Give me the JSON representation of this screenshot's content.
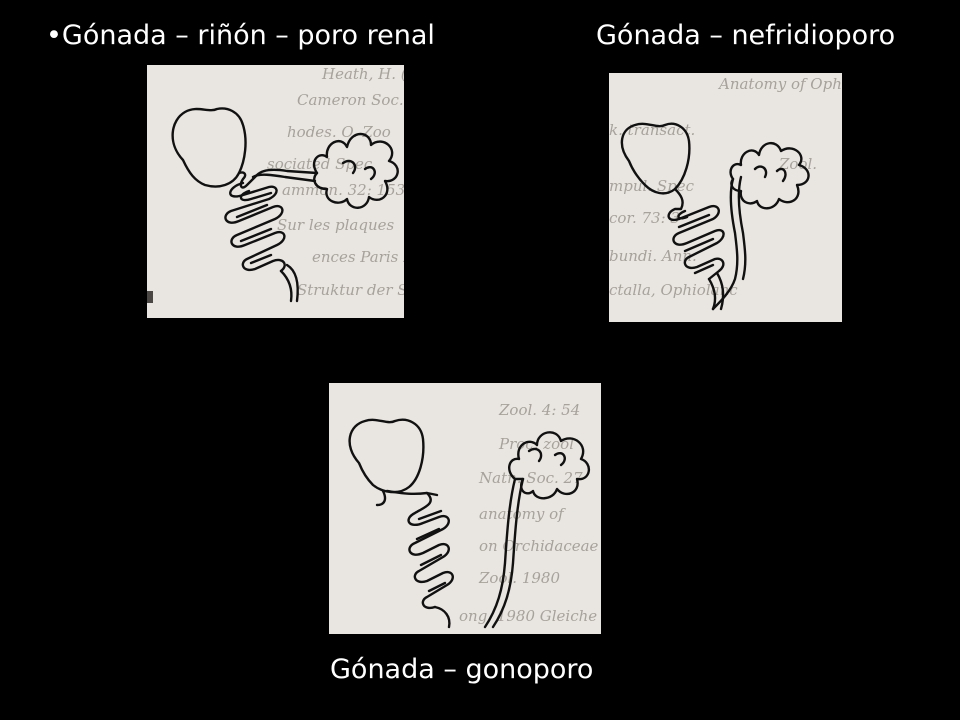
{
  "captions": {
    "top_left": "•Gónada – riñón – poro renal",
    "top_right": "Gónada – nefridioporo",
    "bottom": "Gónada – gonoporo"
  },
  "colors": {
    "background": "#000000",
    "caption": "#ffffff",
    "panel_paper": "#e9e6e1",
    "ink": "#111111"
  }
}
